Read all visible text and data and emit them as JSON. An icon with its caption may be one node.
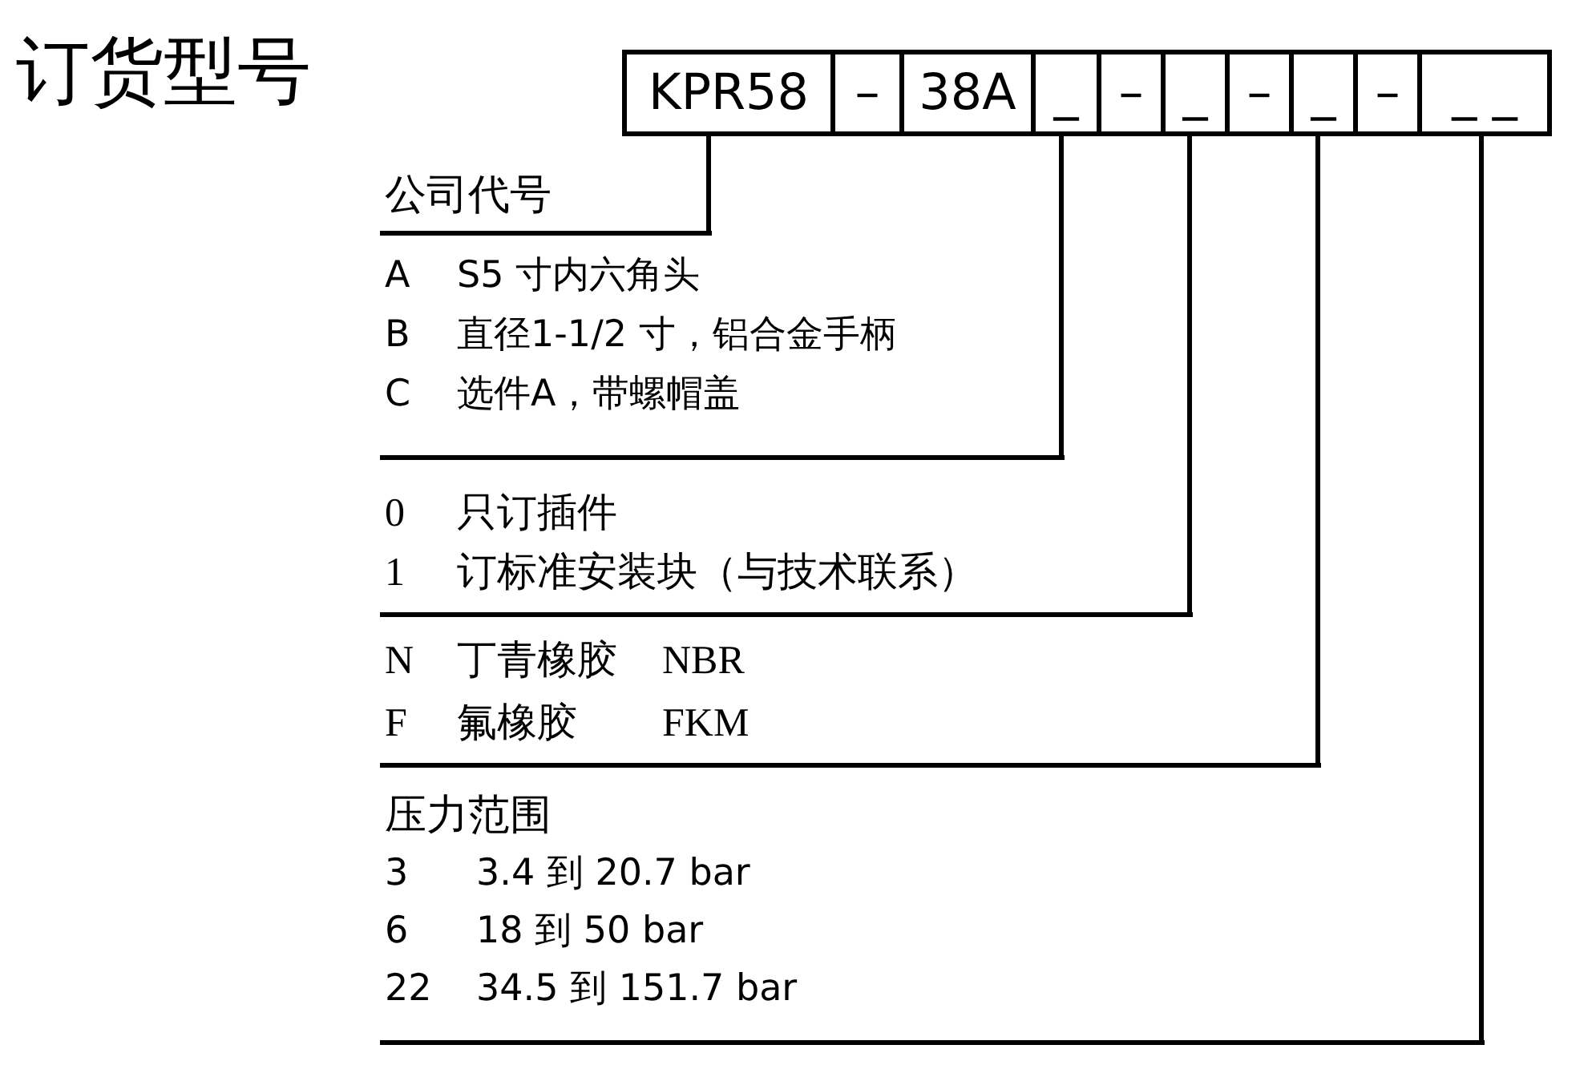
{
  "diagram": {
    "title": "订货型号",
    "nodes": [
      {
        "text": [
          "KPR58"
        ]
      },
      {
        "text": [
          "–"
        ]
      },
      {
        "text": [
          "38A"
        ]
      },
      {
        "text": [
          "_"
        ]
      },
      {
        "text": [
          "–"
        ]
      },
      {
        "text": [
          "_"
        ]
      },
      {
        "text": [
          "–"
        ]
      },
      {
        "text": [
          "_"
        ]
      },
      {
        "text": [
          "–"
        ]
      },
      {
        "text": [
          "_ _"
        ]
      },
      {
        "text": [
          "公司代号"
        ]
      },
      {
        "text": [
          "A",
          "S5 寸内六角头",
          "B",
          "直径1-1/2 寸，铝合金手柄",
          "C",
          "选件A，带螺帽盖"
        ]
      },
      {
        "text": [
          "0",
          "只订插件",
          "1",
          "订标准安装块（与技术联系）"
        ]
      },
      {
        "text": [
          "N",
          "丁青橡胶",
          "NBR",
          "F",
          "氟橡胶",
          "FKM"
        ]
      },
      {
        "text": [
          "压力范围",
          "3",
          "3.4 到 20.7 bar",
          "6",
          "18 到 50 bar",
          "22",
          "34.5 到 151.7 bar"
        ]
      }
    ],
    "edges": [
      {
        "from": 0,
        "to": 10,
        "arrow": "none"
      },
      {
        "from": 3,
        "to": 11,
        "arrow": "none"
      },
      {
        "from": 5,
        "to": 12,
        "arrow": "none"
      },
      {
        "from": 7,
        "to": 13,
        "arrow": "none"
      },
      {
        "from": 9,
        "to": 14,
        "arrow": "none"
      }
    ]
  }
}
